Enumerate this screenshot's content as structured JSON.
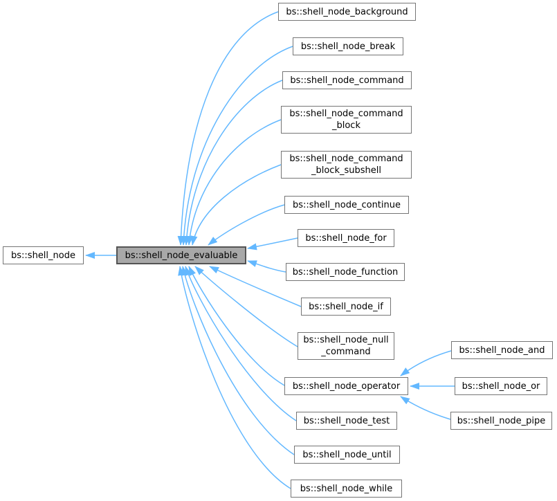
{
  "diagram": {
    "kind": "class-inheritance-graph",
    "nodes": [
      {
        "id": "shell_node",
        "label": "bs::shell_node",
        "highlight": false
      },
      {
        "id": "shell_node_evaluable",
        "label": "bs::shell_node_evaluable",
        "highlight": true
      },
      {
        "id": "shell_node_background",
        "label": "bs::shell_node_background",
        "highlight": false
      },
      {
        "id": "shell_node_break",
        "label": "bs::shell_node_break",
        "highlight": false
      },
      {
        "id": "shell_node_command",
        "label": "bs::shell_node_command",
        "highlight": false
      },
      {
        "id": "shell_node_command_block",
        "label": "bs::shell_node_command\n_block",
        "highlight": false
      },
      {
        "id": "shell_node_command_block_subshell",
        "label": "bs::shell_node_command\n_block_subshell",
        "highlight": false
      },
      {
        "id": "shell_node_continue",
        "label": "bs::shell_node_continue",
        "highlight": false
      },
      {
        "id": "shell_node_for",
        "label": "bs::shell_node_for",
        "highlight": false
      },
      {
        "id": "shell_node_function",
        "label": "bs::shell_node_function",
        "highlight": false
      },
      {
        "id": "shell_node_if",
        "label": "bs::shell_node_if",
        "highlight": false
      },
      {
        "id": "shell_node_null_command",
        "label": "bs::shell_node_null\n_command",
        "highlight": false
      },
      {
        "id": "shell_node_operator",
        "label": "bs::shell_node_operator",
        "highlight": false
      },
      {
        "id": "shell_node_and",
        "label": "bs::shell_node_and",
        "highlight": false
      },
      {
        "id": "shell_node_or",
        "label": "bs::shell_node_or",
        "highlight": false
      },
      {
        "id": "shell_node_pipe",
        "label": "bs::shell_node_pipe",
        "highlight": false
      },
      {
        "id": "shell_node_test",
        "label": "bs::shell_node_test",
        "highlight": false
      },
      {
        "id": "shell_node_until",
        "label": "bs::shell_node_until",
        "highlight": false
      },
      {
        "id": "shell_node_while",
        "label": "bs::shell_node_while",
        "highlight": false
      }
    ],
    "edges": [
      {
        "from": "shell_node_evaluable",
        "to": "shell_node"
      },
      {
        "from": "shell_node_background",
        "to": "shell_node_evaluable"
      },
      {
        "from": "shell_node_break",
        "to": "shell_node_evaluable"
      },
      {
        "from": "shell_node_command",
        "to": "shell_node_evaluable"
      },
      {
        "from": "shell_node_command_block",
        "to": "shell_node_evaluable"
      },
      {
        "from": "shell_node_command_block_subshell",
        "to": "shell_node_evaluable"
      },
      {
        "from": "shell_node_continue",
        "to": "shell_node_evaluable"
      },
      {
        "from": "shell_node_for",
        "to": "shell_node_evaluable"
      },
      {
        "from": "shell_node_function",
        "to": "shell_node_evaluable"
      },
      {
        "from": "shell_node_if",
        "to": "shell_node_evaluable"
      },
      {
        "from": "shell_node_null_command",
        "to": "shell_node_evaluable"
      },
      {
        "from": "shell_node_operator",
        "to": "shell_node_evaluable"
      },
      {
        "from": "shell_node_test",
        "to": "shell_node_evaluable"
      },
      {
        "from": "shell_node_until",
        "to": "shell_node_evaluable"
      },
      {
        "from": "shell_node_while",
        "to": "shell_node_evaluable"
      },
      {
        "from": "shell_node_and",
        "to": "shell_node_operator"
      },
      {
        "from": "shell_node_or",
        "to": "shell_node_operator"
      },
      {
        "from": "shell_node_pipe",
        "to": "shell_node_operator"
      }
    ]
  },
  "theme": {
    "background": "#ffffff",
    "text": "#000000",
    "arrow": "#63B8FF",
    "node_fill": "#ffffff",
    "node_border": "#757575",
    "highlight_fill": "#A8A8A8",
    "highlight_border": "#545454"
  }
}
